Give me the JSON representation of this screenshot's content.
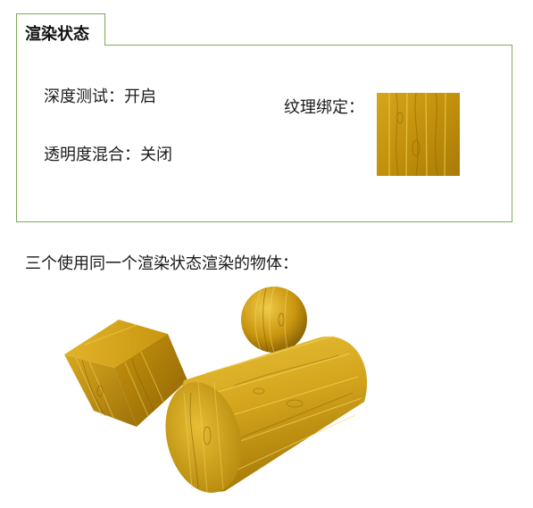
{
  "panel": {
    "title": "渲染状态",
    "depth_test": "深度测试：开启",
    "blending": "透明度混合：关闭",
    "texture_label": "纹理绑定："
  },
  "caption": "三个使用同一个渲染状态渲染的物体：",
  "colors": {
    "panel_border": "#7bab57",
    "wood_light": "#e9c43a",
    "wood_mid": "#c9950e",
    "wood_dark": "#7a5806"
  },
  "objects": [
    "cube",
    "sphere",
    "cylinder"
  ]
}
